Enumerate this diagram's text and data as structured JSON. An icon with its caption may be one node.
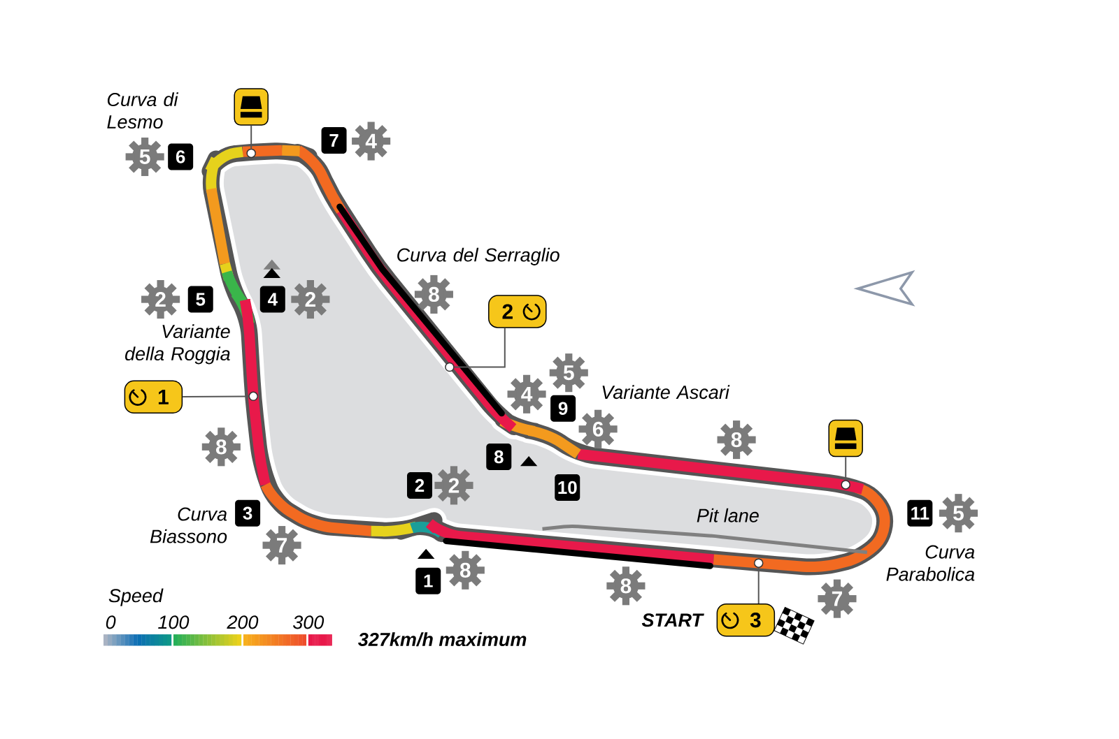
{
  "diagram": {
    "nodes": [
      {
        "text": [],
        "shape": "box"
      },
      {
        "text": [],
        "shape": "circle"
      },
      {
        "text": [
          "2"
        ]
      },
      {
        "text": [],
        "shape": "circle"
      },
      {
        "text": [
          "1"
        ]
      },
      {
        "text": [],
        "shape": "circle"
      },
      {
        "text": [],
        "shape": "box"
      },
      {
        "text": [],
        "shape": "circle"
      },
      {
        "text": [
          "3"
        ],
        "beside": [
          "START"
        ]
      },
      {
        "text": [],
        "shape": "circle"
      }
    ],
    "edges": [
      {
        "from": 0,
        "to": 1,
        "arrow": "none"
      },
      {
        "from": 2,
        "to": 3,
        "arrow": "none"
      },
      {
        "from": 4,
        "to": 5,
        "arrow": "none"
      },
      {
        "from": 6,
        "to": 7,
        "arrow": "none"
      },
      {
        "from": 8,
        "to": 9,
        "arrow": "none"
      }
    ],
    "labels": [
      "Curva di Lesmo",
      "7",
      "4",
      "5",
      "6",
      "Curva del Serraglio",
      "2",
      "5",
      "4",
      "2",
      "8",
      "Variante della Roggia",
      "5",
      "4",
      "Variante Ascari",
      "9",
      "6",
      "8",
      "8",
      "8",
      "2",
      "2",
      "10",
      "3",
      "Curva Biassono",
      "Pit lane",
      "11",
      "5",
      "7",
      "Curva Parabolica",
      "Speed",
      "1",
      "8",
      "8",
      "7",
      "0",
      "100",
      "200",
      "300",
      "327km/h maximum"
    ]
  }
}
